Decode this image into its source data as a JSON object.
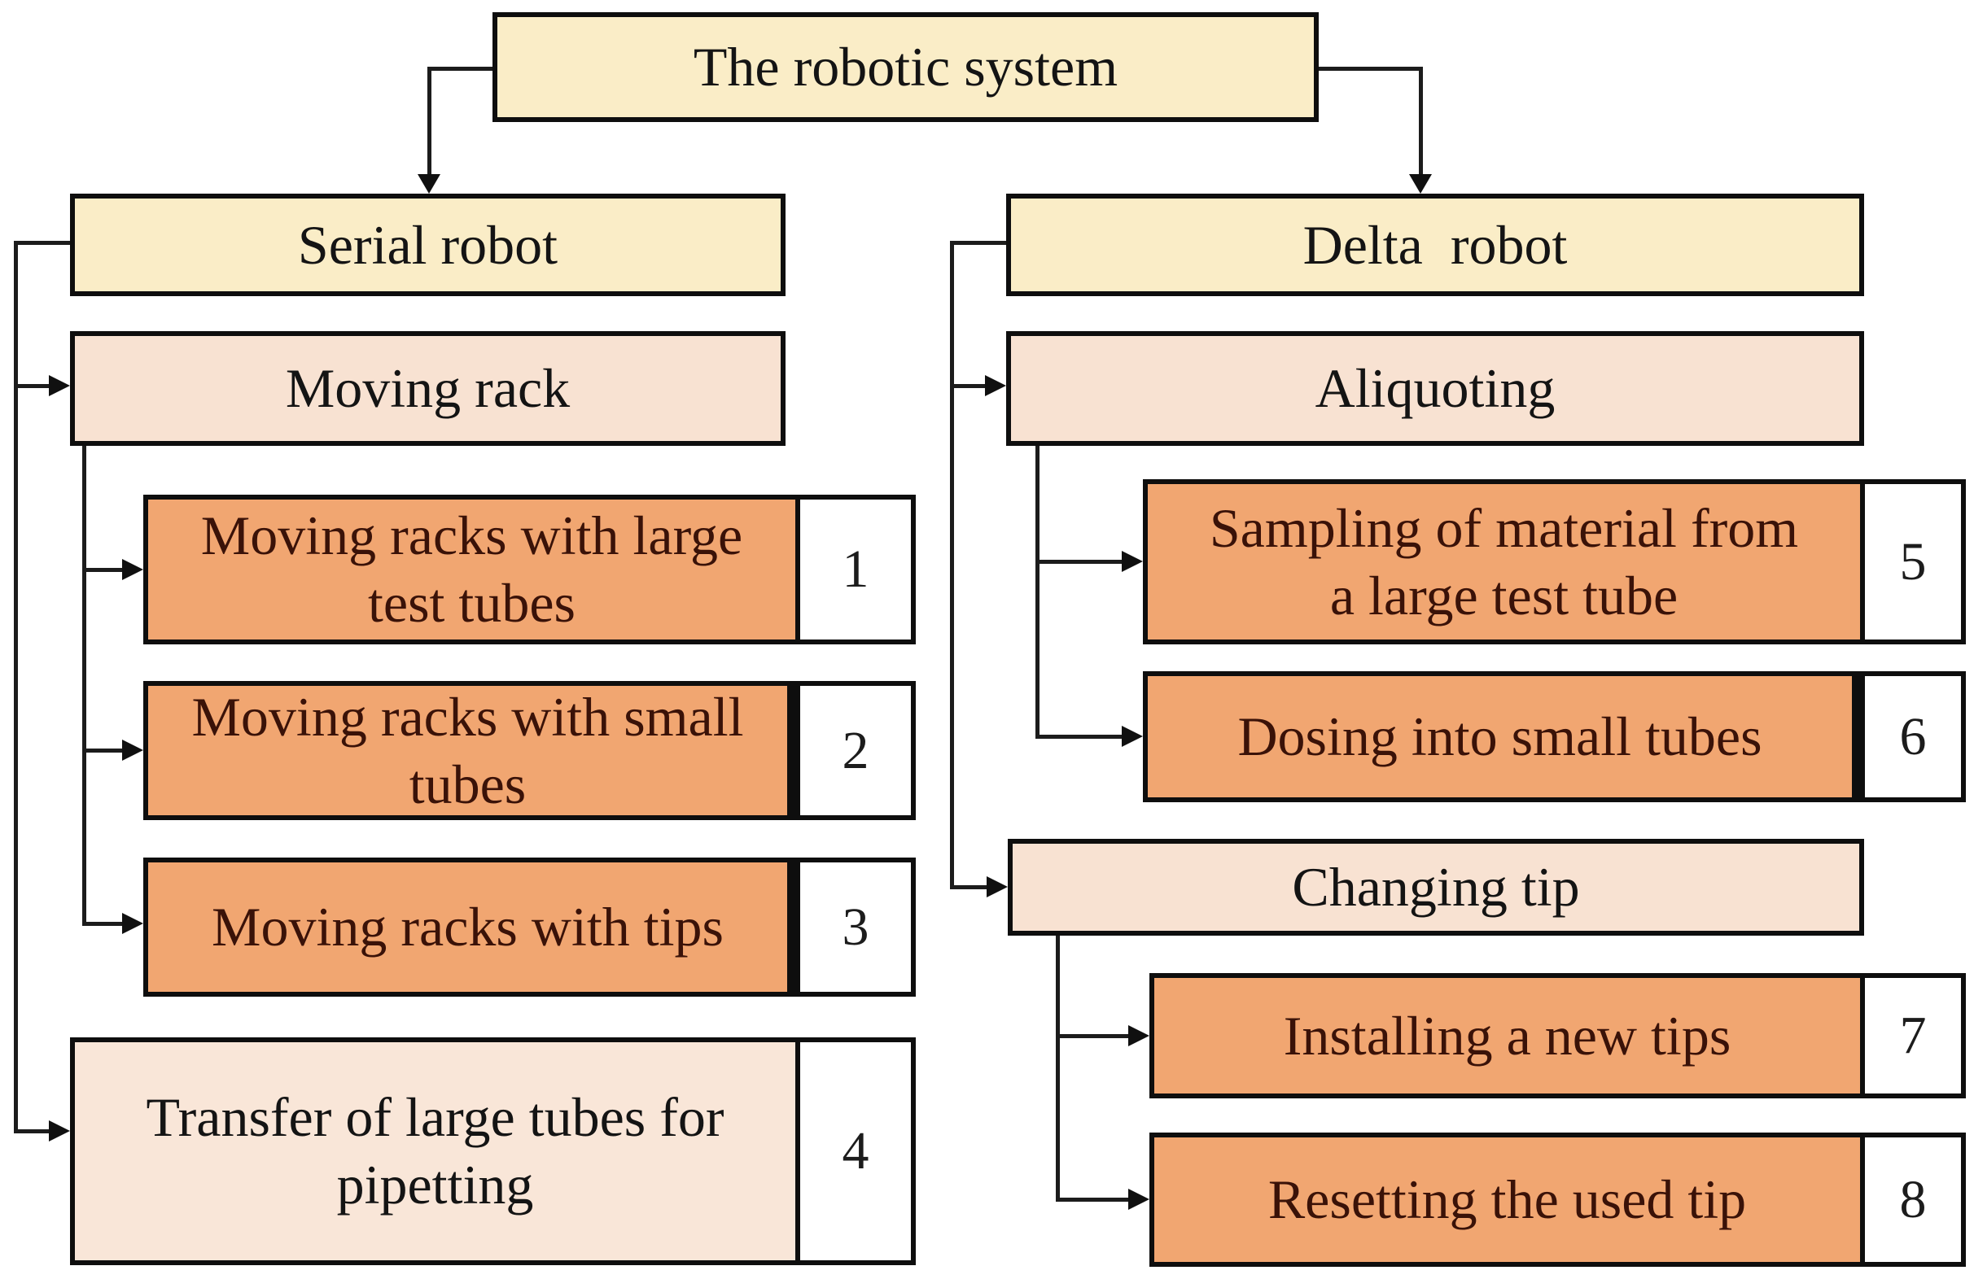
{
  "colors": {
    "level1": "#faedc7",
    "level2": "#f8e2d2",
    "level2_light": "#f9e6d8",
    "task": "#f1a671",
    "task_text": "#3a1208",
    "number_bg": "#ffffff",
    "border": "#0e0e0e",
    "line": "#1c1c1c"
  },
  "root": {
    "label": "The robotic system"
  },
  "serial_branch": {
    "label": "Serial robot",
    "moving_rack": {
      "label": "Moving rack",
      "tasks": [
        {
          "label": "Moving racks with large\ntest tubes",
          "number": "1"
        },
        {
          "label": "Moving racks with small\ntubes",
          "number": "2"
        },
        {
          "label": "Moving racks with tips",
          "number": "3"
        }
      ]
    },
    "transfer": {
      "label": "Transfer of large tubes for\npipetting",
      "number": "4"
    }
  },
  "delta_branch": {
    "label": "Delta  robot",
    "aliquoting": {
      "label": "Aliquoting",
      "tasks": [
        {
          "label": "Sampling of material from\na large test tube",
          "number": "5"
        },
        {
          "label": "Dosing into small tubes",
          "number": "6"
        }
      ]
    },
    "changing_tip": {
      "label": "Changing tip",
      "tasks": [
        {
          "label": "Installing a new tips",
          "number": "7"
        },
        {
          "label": "Resetting the used tip",
          "number": "8"
        }
      ]
    }
  }
}
